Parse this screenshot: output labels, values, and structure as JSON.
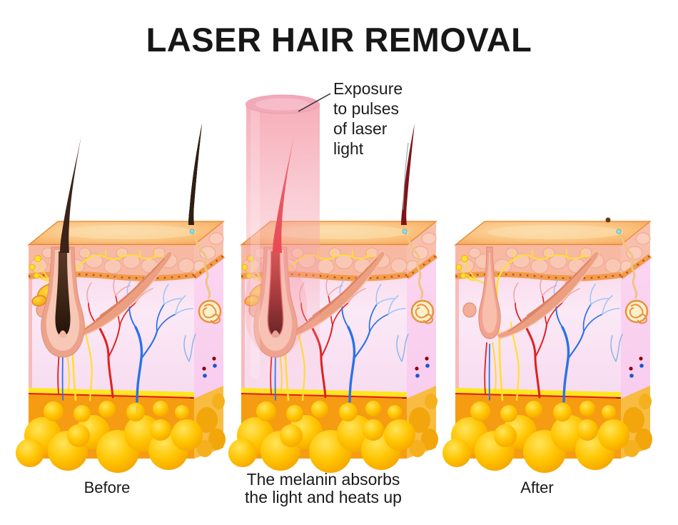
{
  "title": "LASER HAIR REMOVAL",
  "laser_label": {
    "lines": [
      "Exposure",
      "to pulses",
      "of laser",
      "light"
    ]
  },
  "captions": {
    "before": "Before",
    "during_line1": "The melanin absorbs",
    "during_line2": "the light and heats up",
    "after": "After"
  },
  "colors": {
    "laser_beam_pink": "#F49AA8",
    "skin_surface_orange": "#F8B06A",
    "epidermis_salmon": "#F7B9A2",
    "dermis_pink": "#FBE3F2",
    "side_face_pink": "#FAD4F1",
    "fat_orange": "#FFBC02",
    "vessel_red": "#E02020",
    "vessel_blue": "#2B72E8",
    "nerve_yellow": "#FFE030",
    "hair_brown": "#3C2318",
    "hair_heated_red": "#E0161E",
    "follicle_sheath": "#EDA28B"
  }
}
